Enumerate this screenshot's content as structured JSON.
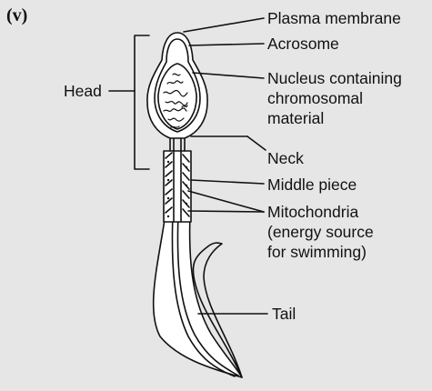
{
  "figure_label": "(v)",
  "labels": {
    "plasma_membrane": "Plasma membrane",
    "acrosome": "Acrosome",
    "nucleus_line1": "Nucleus containing",
    "nucleus_line2": "chromosomal",
    "nucleus_line3": "material",
    "head": "Head",
    "neck": "Neck",
    "middle_piece": "Middle piece",
    "mitochondria_line1": "Mitochondria",
    "mitochondria_line2": "(energy source",
    "mitochondria_line3": "for swimming)",
    "tail": "Tail"
  },
  "colors": {
    "background": "#e6e6e6",
    "ink": "#111111",
    "cell_fill": "#ffffff"
  }
}
